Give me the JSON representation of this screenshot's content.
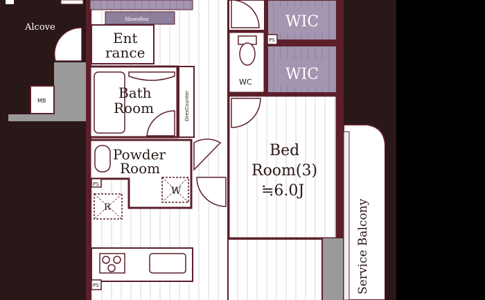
{
  "colors": {
    "background": "#2a1717",
    "wall": "#5b1f2a",
    "floor": "#ffffff",
    "floor_line": "#d7d0d0",
    "closet": "#9c8ca8",
    "gray": "#9a9a9a"
  },
  "labels": {
    "alcove": "Alcove",
    "mb": "MB",
    "shoes": "ShoesBox",
    "entrance_1": "Ent",
    "entrance_2": "rance",
    "wic_upper": "WIC",
    "wic_lower": "WIC",
    "ps_upper": "PS",
    "wc": "WC",
    "bath_1": "Bath",
    "bath_2": "Room",
    "dresser": "DresCounter",
    "powder_1": "Powder",
    "powder_2": "Room",
    "washer": "W",
    "ps_mid": "PS",
    "fridge": "R",
    "ps_lower": "PS",
    "bed_1": "Bed",
    "bed_2": "Room(3)",
    "bed_3": "≒6.0J",
    "service_balcony": "Service Balcony"
  }
}
